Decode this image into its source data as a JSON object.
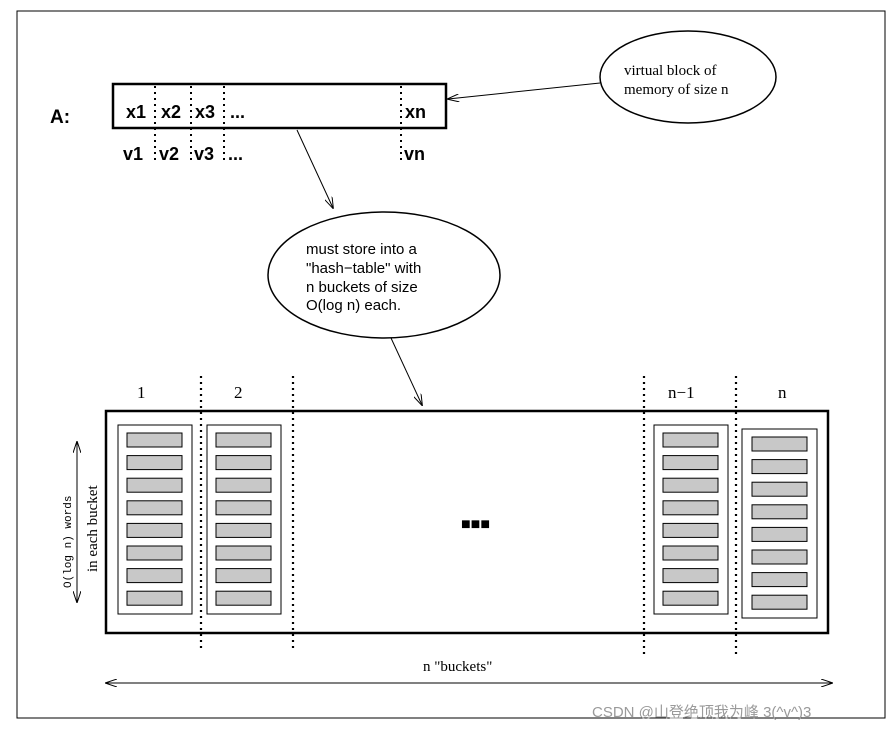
{
  "array": {
    "name": "A:",
    "cells": [
      "x1",
      "x2",
      "x3",
      "...",
      "xn"
    ],
    "values": [
      "v1",
      "v2",
      "v3",
      "...",
      "vn"
    ]
  },
  "callouts": {
    "virtual_block": [
      "virtual block of",
      "memory of size n"
    ],
    "hash_table": [
      "must store into a",
      "\"hash−table\" with",
      "n buckets of size",
      "O(log n) each."
    ]
  },
  "buckets": {
    "labels": [
      "1",
      "2",
      "n−1",
      "n"
    ],
    "ellipsis": "■■■",
    "side_label_mono": "O(log n)  words",
    "side_label_serif": "in each bucket",
    "bottom_label": "n  \"buckets\"",
    "slots_per_bucket": 8
  },
  "watermark": "CSDN @山登绝顶我为峰 3(^v^)3"
}
